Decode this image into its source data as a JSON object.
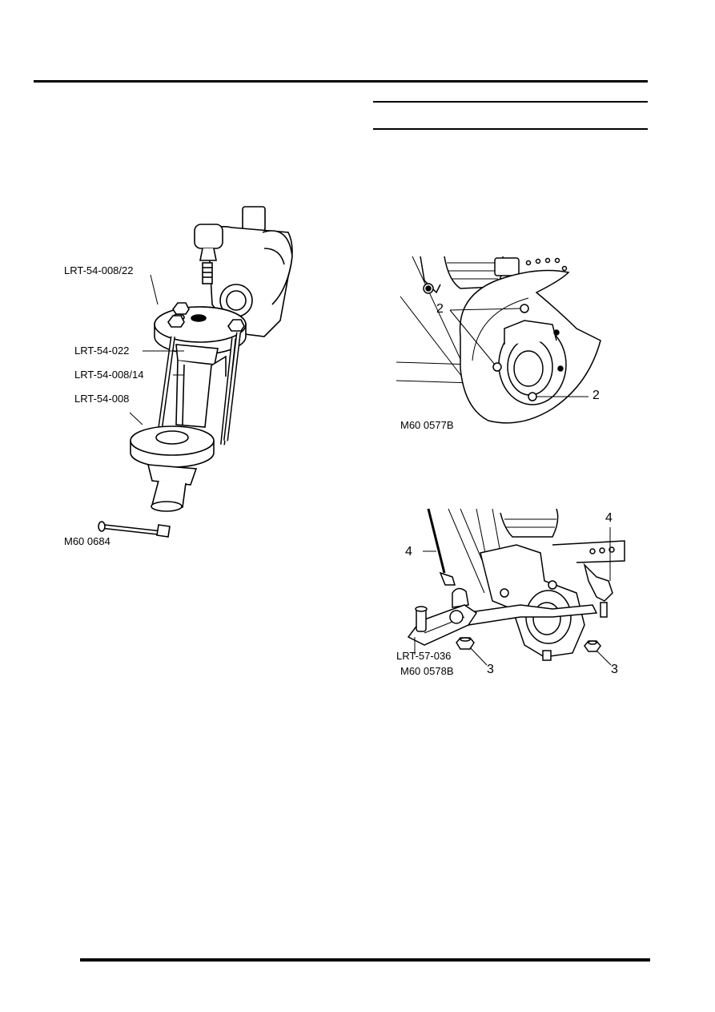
{
  "figure_left": {
    "code": "M60 0684",
    "callouts": {
      "top_plate": "LRT-54-008/22",
      "adapter": "LRT-54-022",
      "sleeve": "LRT-54-008/14",
      "bottom_plate": "LRT-54-008"
    }
  },
  "figure_right_top": {
    "code": "M60 0577B",
    "callouts": {
      "upper": "2",
      "lower": "2"
    }
  },
  "figure_right_bottom": {
    "code": "M60 0578B",
    "tool": "LRT-57-036",
    "callouts": {
      "left_arm": "4",
      "right_arm": "4",
      "left_nut": "3",
      "right_nut": "3"
    }
  }
}
